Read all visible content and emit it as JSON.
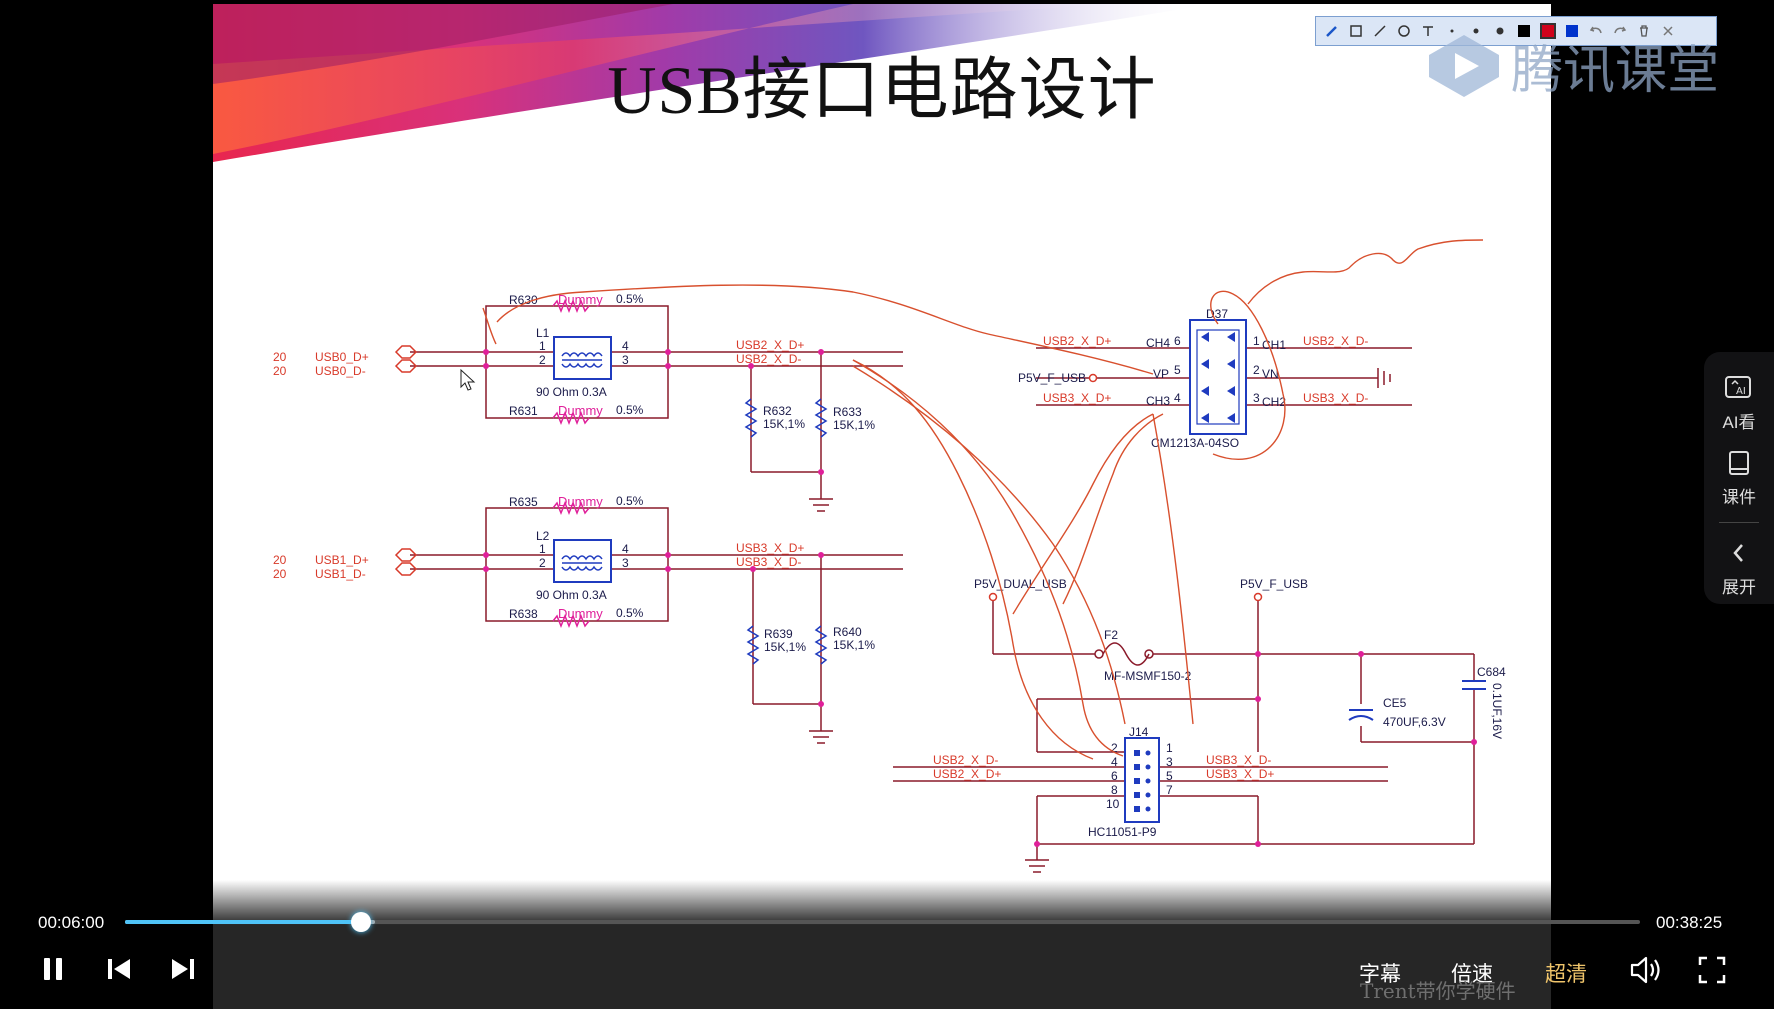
{
  "slide": {
    "title": "USB接口电路设计",
    "brand_text": "腾讯课堂",
    "watermark": "Trent带你学硬件"
  },
  "annotation_toolbar": {
    "tools": [
      "pen-icon",
      "rectangle-icon",
      "line-icon",
      "circle-icon",
      "text-icon",
      "dot-small-icon",
      "dot-medium-icon",
      "dot-large-icon"
    ],
    "colors": [
      "#000000",
      "#d0021b",
      "#0033cc"
    ],
    "actions": [
      "undo-icon",
      "redo-icon",
      "clear-icon",
      "close-icon"
    ]
  },
  "schematic": {
    "net_labels": {
      "usb0_dp_num": "20",
      "usb0_dp": "USB0_D+",
      "usb0_dm_num": "20",
      "usb0_dm": "USB0_D-",
      "usb1_dp_num": "20",
      "usb1_dp": "USB1_D+",
      "usb1_dm_num": "20",
      "usb1_dm": "USB1_D-",
      "usb2_dp_a": "USB2_X_D+",
      "usb2_dm_a": "USB2_X_D-",
      "usb3_dp_a": "USB3_X_D+",
      "usb3_dm_a": "USB3_X_D-",
      "d37_usb2_dp": "USB2_X_D+",
      "d37_p5v": "P5V_F_USB",
      "d37_usb3_dp": "USB3_X_D+",
      "d37_usb2_dm": "USB2_X_D-",
      "d37_usb3_dm": "USB3_X_D-",
      "p5v_dual": "P5V_DUAL_USB",
      "p5v_f": "P5V_F_USB",
      "j14_usb2_dm": "USB2_X_D-",
      "j14_usb2_dp": "USB2_X_D+",
      "j14_usb3_dm": "USB3_X_D-",
      "j14_usb3_dp": "USB3_X_D+"
    },
    "components": {
      "r630": "R630",
      "r631": "R631",
      "r635": "R635",
      "r638": "R638",
      "dummy": "Dummy",
      "tol": "0.5%",
      "l1": "L1",
      "l2": "L2",
      "choke_value": "90 Ohm 0.3A",
      "r632": "R632",
      "r633": "R633",
      "r639": "R639",
      "r640": "R640",
      "r_value": "15K,1%",
      "d37": "D37",
      "d37_part": "CM1213A-04SO",
      "f2": "F2",
      "f2_part": "MF-MSMF150-2",
      "ce5": "CE5",
      "ce5_value": "470UF,6.3V",
      "c684": "C684",
      "c684_value": "0.1UF,16V",
      "j14": "J14",
      "j14_part": "HC11051-P9"
    },
    "pins": {
      "p1": "1",
      "p2": "2",
      "p3": "3",
      "p4": "4",
      "p5": "5",
      "p6": "6",
      "p7": "7",
      "p8": "8",
      "p10": "10",
      "ch1": "CH1",
      "ch2": "CH2",
      "ch3": "CH3",
      "ch4": "CH4",
      "vp": "VP",
      "vn": "VN"
    }
  },
  "side_panel": {
    "items": [
      {
        "label": "AI看",
        "icon": "ai-watch-icon"
      },
      {
        "label": "课件",
        "icon": "courseware-icon"
      },
      {
        "label": "展开",
        "icon": "chevron-left-icon"
      }
    ]
  },
  "player": {
    "current_time": "00:06:00",
    "total_time": "00:38:25",
    "progress_played_pct": 15.6,
    "progress_buffer_pct": 16.5,
    "subtitle_label": "字幕",
    "speed_label": "倍速",
    "quality_label": "超清",
    "quality_color": "#f0c56b",
    "accent_color": "#4fc3f7"
  }
}
